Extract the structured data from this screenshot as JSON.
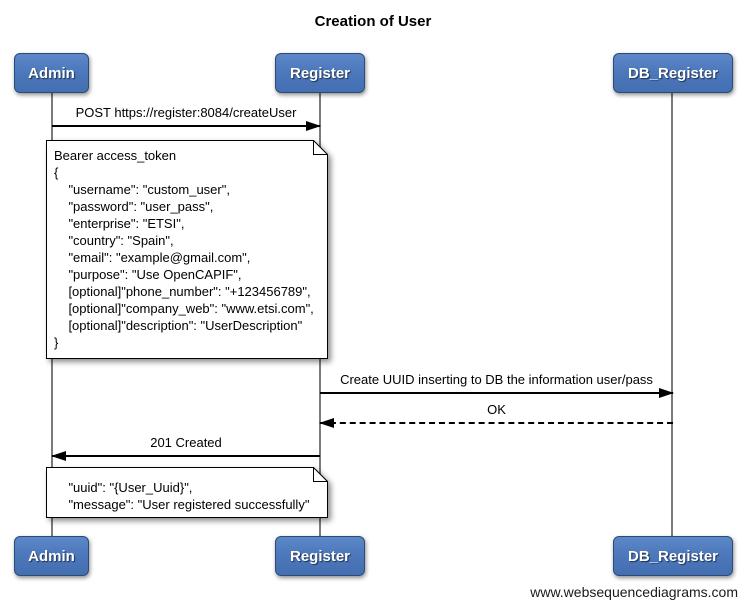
{
  "title": "Creation of User",
  "watermark": "www.websequencediagrams.com",
  "colors": {
    "actor_fill": "#4a76ba",
    "actor_border": "#2b4a74",
    "lifeline_gray": "#7b7b7b",
    "message_line": "#000000",
    "note_bg": "#ffffff"
  },
  "actors": [
    {
      "name": "Admin"
    },
    {
      "name": "Register"
    },
    {
      "name": "DB_Register"
    }
  ],
  "messages": [
    {
      "label": "POST https://register:8084/createUser",
      "from": "Admin",
      "to": "Register",
      "style": "solid"
    },
    {
      "label": "Create UUID inserting to DB the information user/pass",
      "from": "Register",
      "to": "DB_Register",
      "style": "solid"
    },
    {
      "label": "OK",
      "from": "DB_Register",
      "to": "Register",
      "style": "dashed"
    },
    {
      "label": "201 Created",
      "from": "Register",
      "to": "Admin",
      "style": "solid"
    }
  ],
  "notes": [
    {
      "over": "Admin,Register",
      "lines": [
        "Bearer access_token",
        "{",
        "    \"username\": \"custom_user\",",
        "    \"password\": \"user_pass\",",
        "    \"enterprise\": \"ETSI\",",
        "    \"country\": \"Spain\",",
        "    \"email\": \"example@gmail.com\",",
        "    \"purpose\": \"Use OpenCAPIF\",",
        "    [optional]\"phone_number\": \"+123456789\",",
        "    [optional]\"company_web\": \"www.etsi.com\",",
        "    [optional]\"description\": \"UserDescription\"",
        "}"
      ]
    },
    {
      "over": "Admin,Register",
      "lines": [
        "    \"uuid\": \"{User_Uuid}\",",
        "    \"message\": \"User registered successfully\""
      ]
    }
  ]
}
